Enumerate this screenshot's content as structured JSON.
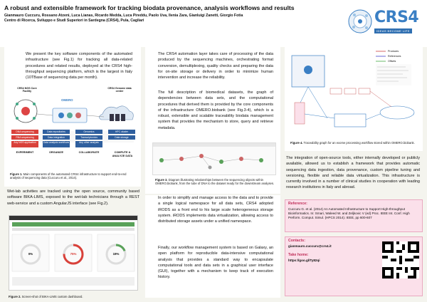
{
  "header": {
    "title": "A robust and extensible framework for tracking biodata provenance, analysis workflows and results",
    "authors": "Gianmauro Cuccuru, Rossano Atzeni, Luca Lianas, Ricardo Medda, Luca Pireddu, Paolo Uva, Ilenia Zara, Gianluigi Zanetti, Giorgio Fotia",
    "affiliation": "Centro di Ricerca, Sviluppo e Studi Superiori in Sardegna (CRS4), Pula, Cagliari",
    "logo_text": "CRS4",
    "logo_tagline": "IDEAS BECOME LIFE"
  },
  "col1": {
    "intro": "We present the key software components of the automated infrastructure (see Fig.1) for tracking all data-related procedures and related results, deployed at the CRS4 high-throughput sequencing platform, which is the largest in Italy (10TBase of sequencing data per month).",
    "fig1": {
      "left_label": "CRS4 NGS Core Facility",
      "center_label": "OMERO",
      "right_label": "CRS4 Genome data center",
      "chips_row1": [
        "DNA sequencing",
        "Data repositories",
        "Genomics",
        "HPC cluster"
      ],
      "chips_row2": [
        "RNA sequencing",
        "Data integration",
        "Transcriptomics",
        "Data storage"
      ],
      "chips_row3": [
        "Any NGS application",
        "Data analysis workflows",
        "Any other analysis",
        ""
      ],
      "bottom_labels": [
        "EXPERIMENT",
        "ORGANIZE",
        "COLLABORATE",
        "COMPUTE & ANALYZE DATA"
      ]
    },
    "fig1_caption_bold": "Figure 1.",
    "fig1_caption": " Main components of the automated CRS4 infrastructure to support end-to-end analysis of sequencing data (Cuccuru et al., 2014).",
    "bika_text": "Wet-lab activities are tracked using the open source, community based software BIKA-LIMS, exposed to the wet-lab technicians through a REST web-service and a custom AngularJS interface (see Fig.2).",
    "fig2": {
      "gauges": [
        "0%",
        "75%",
        "19%"
      ]
    },
    "fig2_caption_bold": "Figure 2.",
    "fig2_caption": " Screen-shot of BIKA-LIMS custom dashboard."
  },
  "col2": {
    "p1": "The CRS4 automation layer takes care of processing of the data produced by the sequencing machines, orchestrating format conversion, demultiplexing, quality checks and preparing the data for on-site storage or delivery in order to minimize human intervention and increase the reliability.",
    "p2": "The full description of biomedical datasets, the graph of dependencies between data sets, and the computational procedures that derived them is provided by the core components of the infrastructure OMERO.biobank (see Fig.3-4), which is a robust, extensible and scalable traceability biodata management system that provides the mechanism to store, query and retrieve metadata.",
    "fig3_caption_bold": "Figure 3.",
    "fig3_caption": " Diagram illustrating relationships between the sequencing objects within OMERO.biobank, from the tube of DNA to the dataset ready for the downstream analyses.",
    "p3": "In order to simplify and manage access to the data and to provide a single logical namespace for all data sets, CRS4 adopted iRODS as a front end to his large scale heterogeneous storage system. iRODS implements data virtualization, allowing access to distributed storage assets under a unified namespace.",
    "p4": "Finally, our workflow management system is based on Galaxy, an open platform for reproducible data-intensive computational analysis that provides a standard way to encapsulate computational tools and data sets in a graphical user interface (GUI), together with a mechanism to keep track of execution history."
  },
  "col3": {
    "fig4_legend": [
      "Produces",
      "References",
      "Offsets"
    ],
    "fig4_caption_bold": "Figure 4.",
    "fig4_caption": " Traceability graph for an exome processing workflow stored within OMERO.biobank.",
    "p1": "The integration of open-source tools, either internally developed or publicly available, allowed us to establish a framework that provides automatic sequencing data ingestion, data provenance, custom pipeline tuning and versioning, flexible and reliable data virtualization. This infrastructure is currently involved in a number of clinical studies in cooperation with leading research institutions in Italy and abroad.",
    "reference_label": "Reference:",
    "reference": "Cuccuru G. et al. (2014) An Automated Infrastructure to Support High-throughput Bioinformatics. In: Smari, Waleed W. and Zeljkovic V (ed) Proc. IEEE Int. Conf. High Perform. Comput. Simul. (HPCS 2014). IEEE, pp 600-607",
    "contacts_label": "Contacts:",
    "contacts": "gianmauro.cuccuru@crs4.it",
    "takehome_label": "Take home:",
    "takehome": "https://goo.gl/Ty82qi"
  },
  "colors": {
    "accent_pink": "#c0305a",
    "brand_blue": "#3a7fc4",
    "background": "#f4f4ee"
  }
}
